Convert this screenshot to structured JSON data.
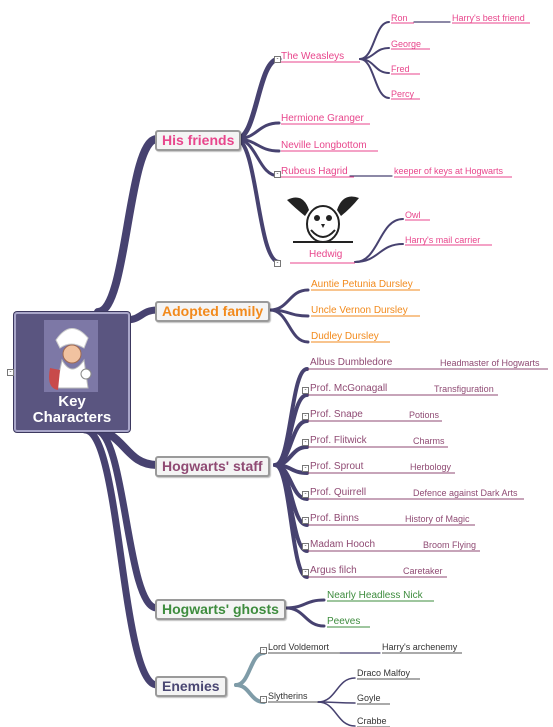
{
  "colors": {
    "stem": "#474270",
    "friends": "#e8468c",
    "family": "#f28a1c",
    "staff": "#8f4a73",
    "ghosts": "#3e8c3e",
    "enemies": "#4a4773",
    "central_bg": "#5a5580"
  },
  "central": {
    "line1": "Key",
    "line2": "Characters",
    "image_icon": "wizard-illustration"
  },
  "branches": {
    "friends": {
      "label": "His friends",
      "weasleys": {
        "label": "The Weasleys",
        "members": {
          "ron": "Ron",
          "ron_note": "Harry's best friend",
          "george": "George",
          "fred": "Fred",
          "percy": "Percy"
        }
      },
      "hermione": "Hermione Granger",
      "neville": "Neville Longbottom",
      "hagrid": "Rubeus Hagrid",
      "hagrid_note": "keeper of keys at Hogwarts",
      "hedwig": "Hedwig",
      "hedwig_image_icon": "owl-illustration",
      "hedwig_notes": {
        "owl": "Owl",
        "mail": "Harry's mail carrier"
      }
    },
    "family": {
      "label": "Adopted family",
      "members": {
        "petunia": "Auntie Petunia Dursley",
        "vernon": "Uncle Vernon Dursley",
        "dudley": "Dudley Dursley"
      }
    },
    "staff": {
      "label": "Hogwarts' staff",
      "members": {
        "dumbledore": {
          "name": "Albus Dumbledore",
          "note": "Headmaster of Hogwarts"
        },
        "mcgonagall": {
          "name": "Prof. McGonagall",
          "note": "Transfiguration"
        },
        "snape": {
          "name": "Prof. Snape",
          "note": "Potions"
        },
        "flitwick": {
          "name": "Prof. Flitwick",
          "note": "Charms"
        },
        "sprout": {
          "name": "Prof. Sprout",
          "note": "Herbology"
        },
        "quirrell": {
          "name": "Prof. Quirrell",
          "note": "Defence against Dark Arts"
        },
        "binns": {
          "name": "Prof. Binns",
          "note": "History of Magic"
        },
        "hooch": {
          "name": "Madam Hooch",
          "note": "Broom Flying"
        },
        "filch": {
          "name": "Argus filch",
          "note": "Caretaker"
        }
      }
    },
    "ghosts": {
      "label": "Hogwarts' ghosts",
      "members": {
        "nick": "Nearly Headless Nick",
        "peeves": "Peeves"
      }
    },
    "enemies": {
      "label": "Enemies",
      "voldemort": "Lord Voldemort",
      "voldemort_note": "Harry's archenemy",
      "slytherins": {
        "label": "Slytherins",
        "members": {
          "draco": "Draco Malfoy",
          "goyle": "Goyle",
          "crabbe": "Crabbe"
        }
      }
    }
  }
}
